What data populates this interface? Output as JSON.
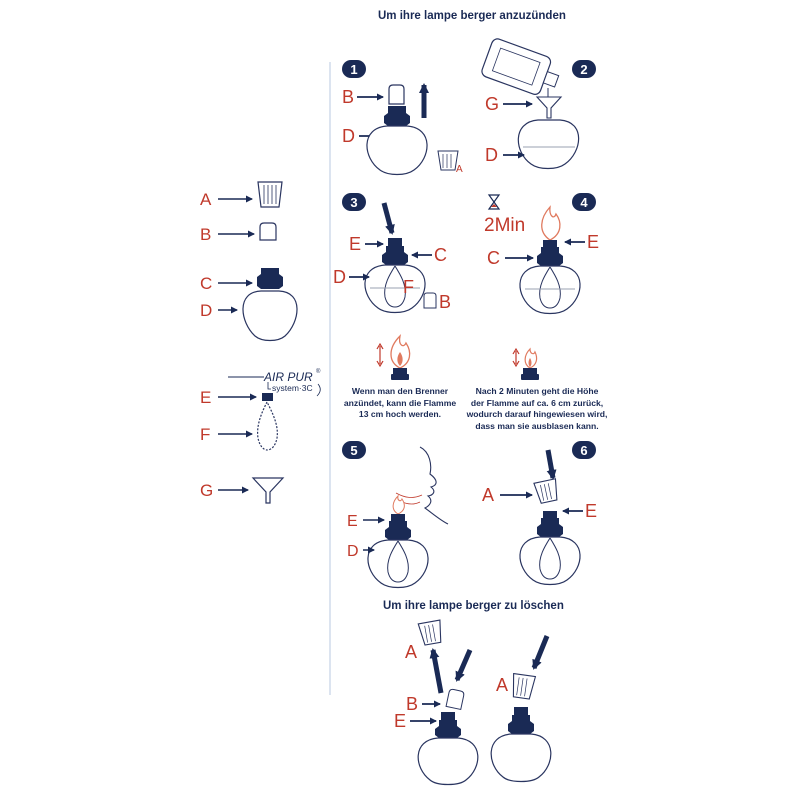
{
  "titles": {
    "light": "Um ihre lampe berger anzuzünden",
    "extinguish": "Um ihre lampe berger zu löschen"
  },
  "legend": {
    "A": "A",
    "B": "B",
    "C": "C",
    "D": "D",
    "E": "E",
    "F": "F",
    "G": "G",
    "brand_name": "AIR PUR",
    "brand_mark": "®",
    "brand_system": "system·3C"
  },
  "steps": {
    "s1": {
      "number": "1",
      "label_b": "B",
      "label_d": "D",
      "label_a": "A"
    },
    "s2": {
      "number": "2",
      "label_g": "G",
      "label_d": "D"
    },
    "s3": {
      "number": "3",
      "label_e": "E",
      "label_c": "C",
      "label_d": "D",
      "label_f": "F",
      "label_b": "B"
    },
    "s4": {
      "number": "4",
      "timer": "2Min",
      "label_e": "E",
      "label_c": "C"
    },
    "s5": {
      "number": "5",
      "label_e": "E",
      "label_d": "D"
    },
    "s6": {
      "number": "6",
      "label_a": "A",
      "label_e": "E"
    }
  },
  "captions": {
    "left": [
      "Wenn man den Brenner",
      "anzündet, kann die Flamme",
      "13 cm hoch werden."
    ],
    "right": [
      "Nach 2 Minuten geht die Höhe",
      "der Flamme auf ca. 6 cm zurück,",
      "wodurch darauf hingewiesen wird,",
      "dass man sie ausblasen kann."
    ]
  },
  "extinguish": {
    "label_a1": "A",
    "label_b": "B",
    "label_e": "E",
    "label_a2": "A"
  },
  "colors": {
    "navy": "#1a2a55",
    "red": "#c0392b",
    "outline": "#2a3560",
    "liquid": "#9aa0b0"
  }
}
